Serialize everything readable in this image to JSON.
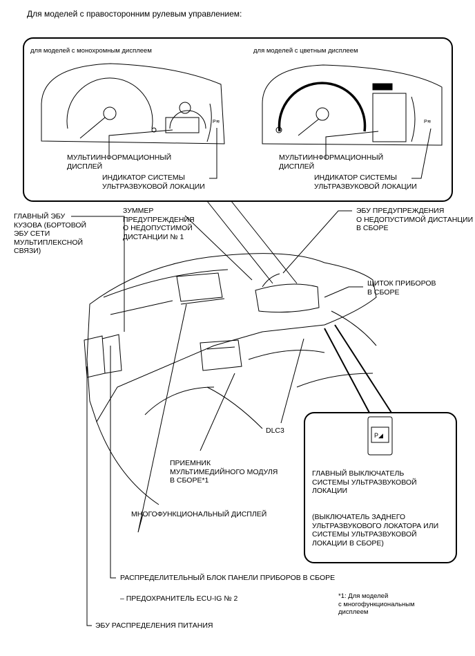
{
  "title": "Для моделей с правосторонним рулевым управлением:",
  "inset_top": {
    "mono_heading": "для моделей с монохромным дисплеем",
    "color_heading": "для моделей с цветным дисплеем",
    "mono_multi_display": "МУЛЬТИИНФОРМАЦИОННЫЙ\nДИСПЛЕЙ",
    "mono_indicator": "ИНДИКАТОР СИСТЕМЫ\nУЛЬТРАЗВУКОВОЙ ЛОКАЦИИ",
    "color_multi_display": "МУЛЬТИИНФОРМАЦИОННЫЙ\nДИСПЛЕЙ",
    "color_indicator": "ИНДИКАТОР СИСТЕМЫ\nУЛЬТРАЗВУКОВОЙ ЛОКАЦИИ"
  },
  "labels": {
    "main_body_ecu": "ГЛАВНЫЙ ЭБУ\nКУЗОВА (БОРТОВОЙ\nЭБУ СЕТИ\nМУЛЬТИПЛЕКСНОЙ\nСВЯЗИ)",
    "buzzer": "ЗУММЕР\nПРЕДУПРЕЖДЕНИЯ\nО НЕДОПУСТИМОЙ\nДИСТАНЦИИ № 1",
    "clearance_ecu": "ЭБУ ПРЕДУПРЕЖДЕНИЯ\nО НЕДОПУСТИМОЙ ДИСТАНЦИИ\nВ СБОРЕ",
    "combination_meter": "ЩИТОК ПРИБОРОВ\nВ СБОРЕ",
    "dlc3": "DLC3",
    "radio_receiver": "ПРИЕМНИК\nМУЛЬТИМЕДИЙНОГО МОДУЛЯ\nВ СБОРЕ*1",
    "multi_display": "МНОГОФУНКЦИОНАЛЬНЫЙ ДИСПЛЕЙ",
    "junction_block": "РАСПРЕДЕЛИТЕЛЬНЫЙ БЛОК ПАНЕЛИ ПРИБОРОВ В СБОРЕ",
    "fuse": "– ПРЕДОХРАНИТЕЛЬ ECU-IG № 2",
    "power_ecu": "ЭБУ РАСПРЕДЕЛЕНИЯ ПИТАНИЯ",
    "footnote": "*1: Для моделей\nс многофункциональным\nдисплеем"
  },
  "inset_switch": {
    "switch_main": "ГЛАВНЫЙ ВЫКЛЮЧАТЕЛЬ\nСИСТЕМЫ УЛЬТРАЗВУКОВОЙ\nЛОКАЦИИ",
    "switch_note": "(ВЫКЛЮЧАТЕЛЬ ЗАДНЕГО\nУЛЬТРАЗВУКОВОГО ЛОКАТОРА ИЛИ\nСИСТЕМЫ УЛЬТРАЗВУКОВОЙ\nЛОКАЦИИ В СБОРЕ)"
  }
}
